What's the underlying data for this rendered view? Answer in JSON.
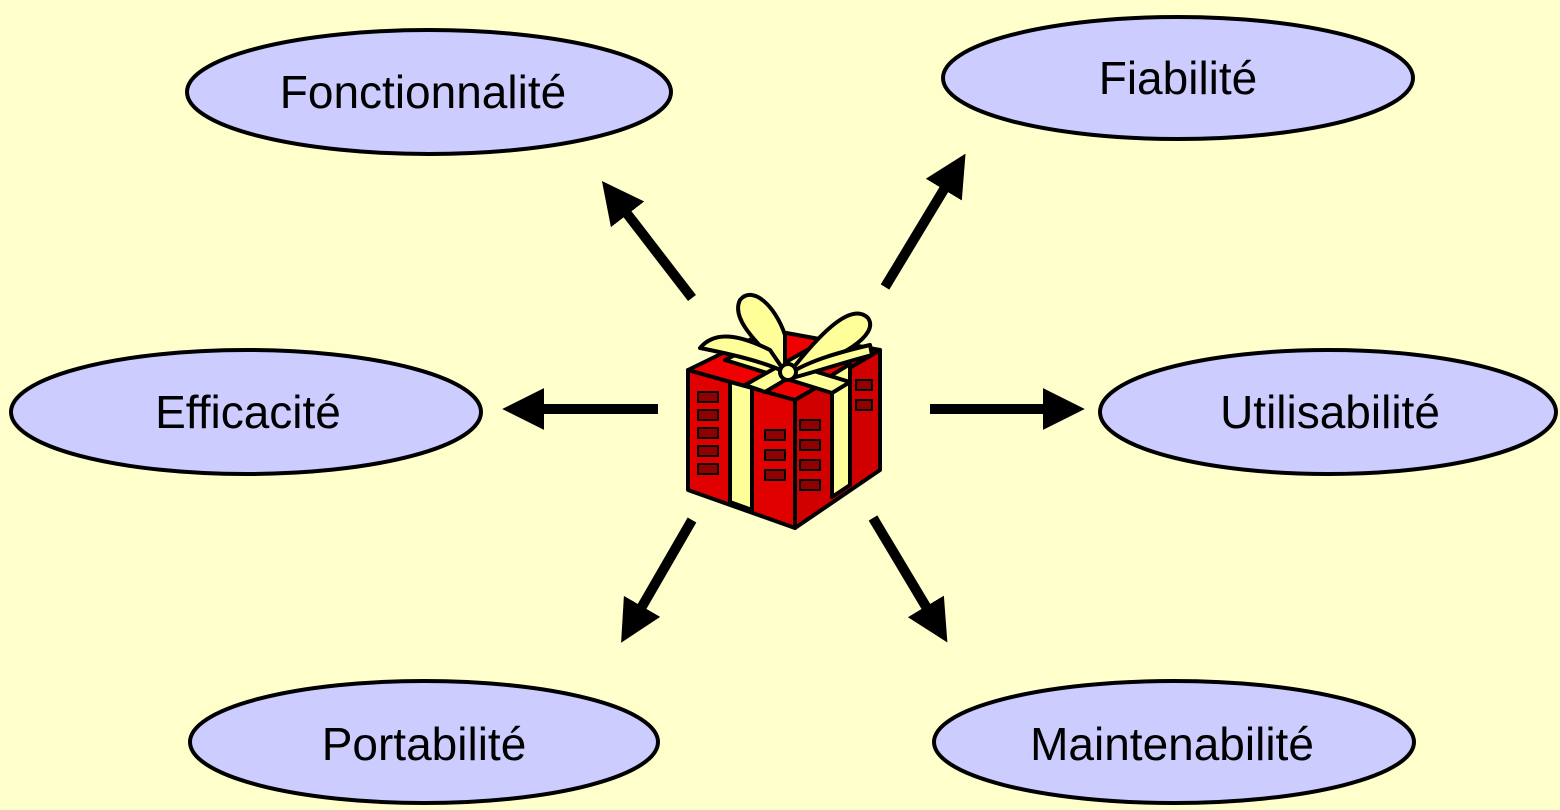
{
  "diagram": {
    "background": "#FFFFCC",
    "node_fill": "#CCCCFF",
    "stroke": "#000000",
    "center": {
      "icon": "gift-box-icon",
      "box_color": "#E00000",
      "ribbon_color": "#FFFF99"
    },
    "nodes": [
      {
        "id": "fonctionnalite",
        "label": "Fonctionnalité"
      },
      {
        "id": "fiabilite",
        "label": "Fiabilité"
      },
      {
        "id": "efficacite",
        "label": "Efficacité"
      },
      {
        "id": "utilisabilite",
        "label": "Utilisabilité"
      },
      {
        "id": "portabilite",
        "label": "Portabilité"
      },
      {
        "id": "maintenabilite",
        "label": "Maintenabilité"
      }
    ]
  }
}
